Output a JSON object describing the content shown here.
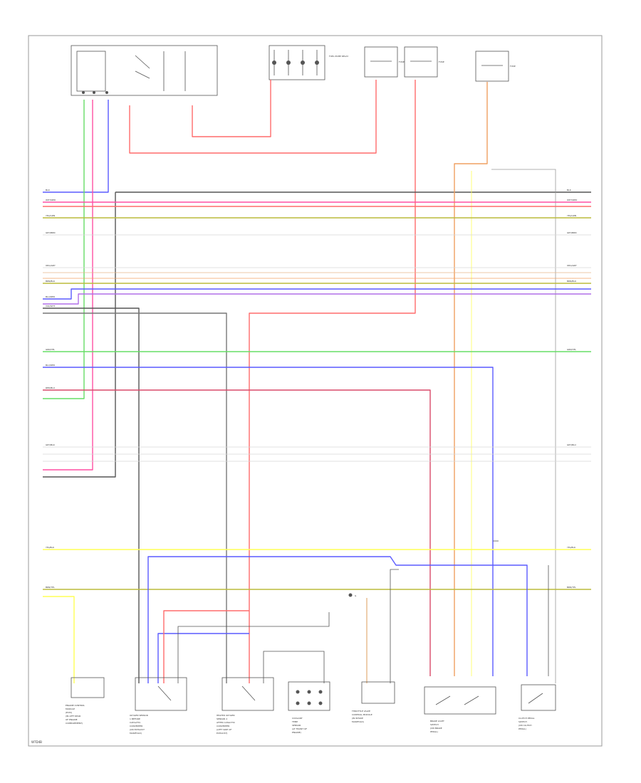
{
  "diagram": {
    "page_code": "W7D4B",
    "components": [
      {
        "id": "engine-control-module-label",
        "lines": [
          "ENGINE CONTROL",
          "MODULE",
          "(ECM)",
          "(IN LEFT REAR",
          "OF ENGINE",
          "COMPARTMENT)"
        ]
      },
      {
        "id": "left-front-oxygen-sensor-label",
        "lines": [
          "OXYGEN SENSOR",
          "1 BEFORE",
          "CATALYTIC",
          "CONVERTER",
          "(ON EXHAUST",
          "MANIFOLD)"
        ]
      },
      {
        "id": "heated-oxygen-sensor-2-label",
        "lines": [
          "HEATED OXYGEN",
          "SENSOR 2",
          "AFTER CATALYTIC",
          "CONVERTER",
          "(LEFT SIDE OF",
          "EXHAUST)"
        ]
      },
      {
        "id": "charge-pressure-sensor-label",
        "lines": [
          "COOLANT",
          "TEMP",
          "SENSOR",
          "(AT FRONT OF",
          "ENGINE)"
        ]
      },
      {
        "id": "throttle-valve-control-label",
        "lines": [
          "THROTTLE VALVE",
          "CONTROL MODULE",
          "(IN INTAKE",
          "MANIFOLD)"
        ]
      },
      {
        "id": "brake-light-switch-label",
        "lines": [
          "BRAKE LIGHT",
          "SWITCH",
          "(ON BRAKE",
          "PEDAL)"
        ]
      },
      {
        "id": "clutch-pedal-switch-label",
        "lines": [
          "CLUTCH PEDAL",
          "SWITCH",
          "(ON CLUTCH",
          "PEDAL)"
        ]
      }
    ],
    "wire_labels_left": [
      "BLK",
      "WHT/RED",
      "YEL/GRN",
      "GRY/BRN",
      "ORG/GRY",
      "BRN/BLK",
      "BLU/RED",
      "VIO/WHT",
      "GRN/YEL",
      "BLU/RED",
      "RED/BLU",
      "GRY/BLK",
      "YEL/BLK",
      "BRN/YEL"
    ],
    "wire_labels_right": [
      "BLK",
      "WHT/RED",
      "YEL/GRN",
      "GRY/BRN",
      "ORG/GRY",
      "BRN/BLK",
      "GRN/YEL",
      "GRY/BLU",
      "YEL/BLK",
      "BRN/YEL"
    ],
    "fuse_labels": [
      "FUSE",
      "FUSE",
      "FUSE"
    ],
    "relay_label": "FUEL PUMP RELAY",
    "ground_label": "G"
  },
  "colors": {
    "red": "#ff6b6b",
    "pink": "#ff4fa3",
    "blue": "#5a5aff",
    "green": "#66dd66",
    "yellow": "#ffff55",
    "olive": "#bcbc3c",
    "tan": "#e6b88a",
    "gray": "#555555",
    "violet": "#b06ee8",
    "light": "#d9d9d9",
    "orange": "#f0a060"
  }
}
